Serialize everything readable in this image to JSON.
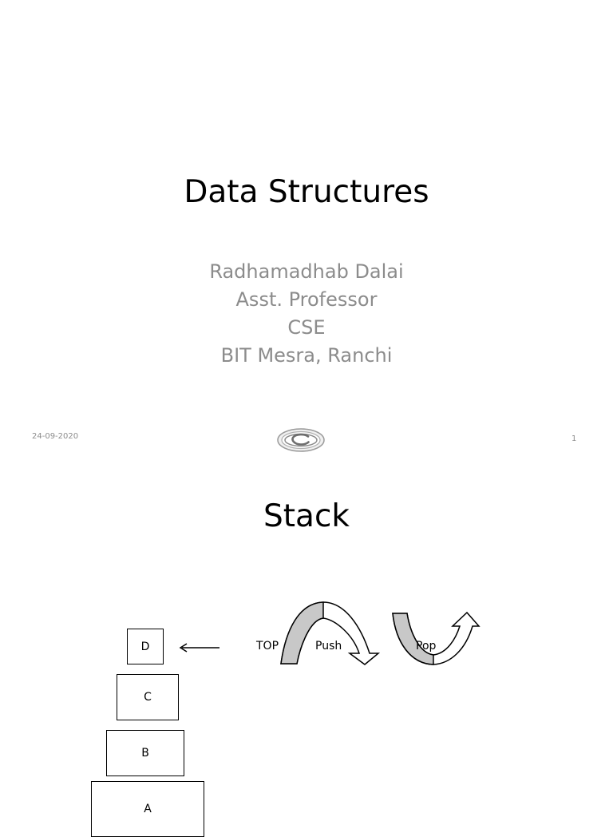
{
  "slide1": {
    "title": "Data Structures",
    "subtitle_lines": [
      "Radhamadhab Dalai",
      "Asst. Professor",
      "CSE",
      "BIT Mesra, Ranchi"
    ],
    "footer_date": "24-09-2020",
    "page_number": "1",
    "logo_icon": "copyright-logo-icon"
  },
  "slide2": {
    "title": "Stack",
    "boxes": [
      "D",
      "C",
      "B",
      "A"
    ],
    "top_label": "TOP",
    "push_label": "Push",
    "pop_label": "Pop"
  },
  "colors": {
    "text": "#000000",
    "subtitle": "#8c8c8c",
    "arrow_fill": "#c8c8c8"
  }
}
